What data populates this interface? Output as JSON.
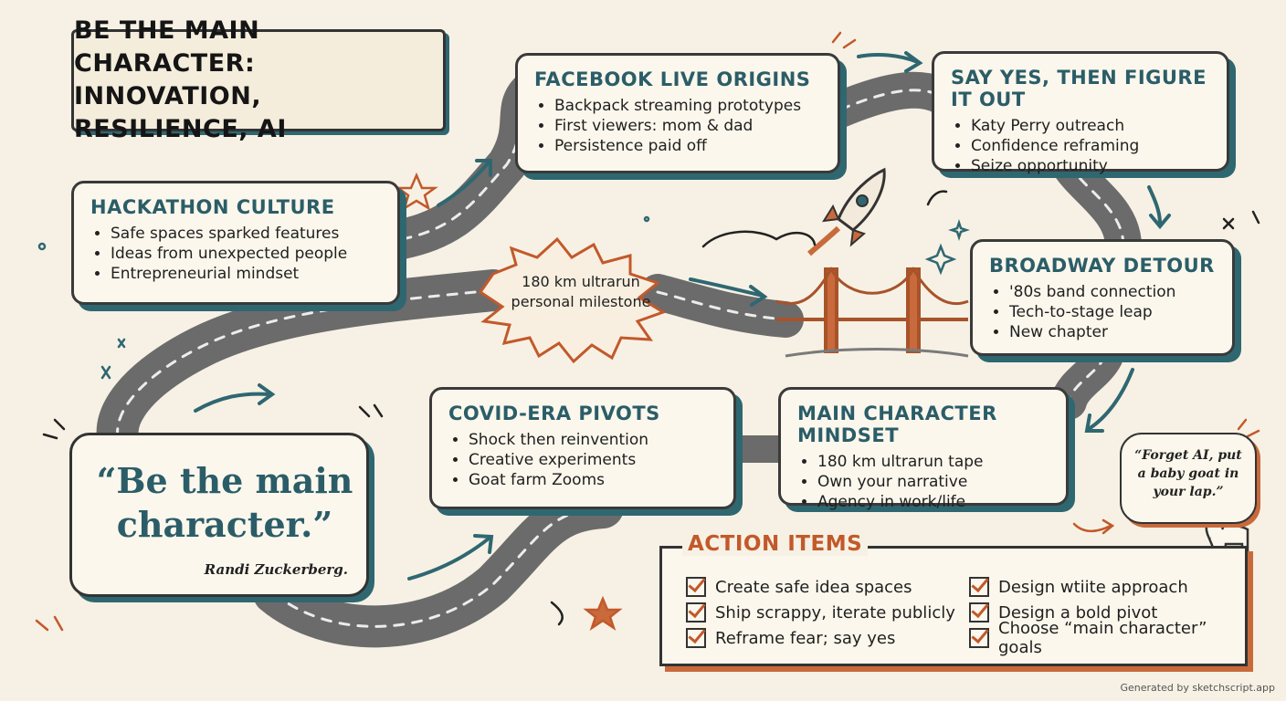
{
  "title": {
    "line1": "BE THE MAIN CHARACTER:",
    "line2": "INNOVATION, RESILIENCE, AI"
  },
  "cards": {
    "hackathon": {
      "title": "HACKATHON CULTURE",
      "items": [
        "Safe spaces sparked features",
        "Ideas from unexpected people",
        "Entrepreneurial mindset"
      ]
    },
    "facebook": {
      "title": "FACEBOOK LIVE ORIGINS",
      "items": [
        "Backpack streaming prototypes",
        "First viewers: mom & dad",
        "Persistence paid off"
      ]
    },
    "sayyes": {
      "title": "SAY YES, THEN FIGURE IT OUT",
      "items": [
        "Katy Perry outreach",
        "Confidence reframing",
        "Seize opportunity"
      ]
    },
    "broadway": {
      "title": "BROADWAY DETOUR",
      "items": [
        "'80s band connection",
        "Tech-to-stage leap",
        "New chapter"
      ]
    },
    "covid": {
      "title": "COVID-ERA PIVOTS",
      "items": [
        "Shock then reinvention",
        "Creative experiments",
        "Goat farm Zooms"
      ]
    },
    "mindset": {
      "title": "MAIN CHARACTER MINDSET",
      "items": [
        "180 km ultrarun tape",
        "Own your narrative",
        "Agency in work/life"
      ]
    }
  },
  "milestone": {
    "line1": "180 km ultrarun",
    "line2": "personal milestone"
  },
  "quote": {
    "text": "“Be the main character.”",
    "author": "Randi Zuckerberg."
  },
  "goat_quote": "“Forget AI, put a baby goat in your lap.”",
  "actions": {
    "title": "ACTION ITEMS",
    "left": [
      "Create safe idea spaces",
      "Ship scrappy, iterate publicly",
      "Reframe fear; say yes"
    ],
    "right": [
      "Design wtiite approach",
      "Design a bold pivot",
      "Choose “main character” goals"
    ]
  },
  "footer": "Generated by sketchscript.app",
  "colors": {
    "teal": "#2b5d68",
    "orange": "#c2592b",
    "paper": "#f6f1e4",
    "road": "#7a7a7a"
  }
}
